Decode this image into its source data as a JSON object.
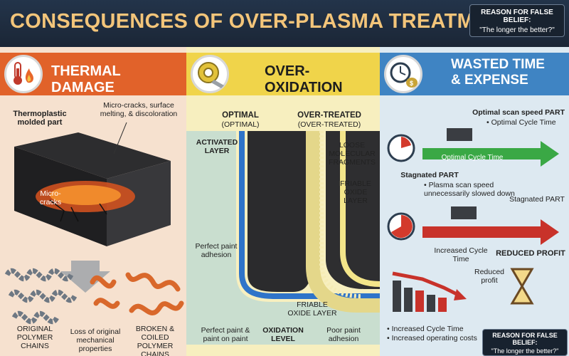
{
  "header": {
    "title": "CONSEQUENCES OF OVER-PLASMA TREATMENT",
    "belief_label": "REASON FOR FALSE BELIEF:",
    "belief_quote": "\"The longer the better?\""
  },
  "thermal": {
    "title": "THERMAL DAMAGE",
    "part_label": "Thermoplastic molded part",
    "cracks_label": "Micro-cracks, surface melting, & discoloration",
    "micro_cracks": "Micro-cracks",
    "original_chains": "ORIGINAL POLYMER CHAINS",
    "loss_label": "Loss of original mechanical properties",
    "broken_chains": "BROKEN & COILED POLYMER CHAINS"
  },
  "oxidation": {
    "title": "OVER-OXIDATION",
    "optimal_bold": "OPTIMAL",
    "optimal_sub": "(OPTIMAL)",
    "over_bold": "OVER-TREATED",
    "over_sub": "(OVER-TREATED)",
    "activated_layer": "ACTIVATED LAYER",
    "loose_fragments": "LOOSE MOLECULAR FRAGMENTS",
    "friable_layer": "FRIABLE OXIDE LAYER",
    "perfect_adhesion": "Perfect paint adhesion",
    "friable_bottom": "FRIABLE OXIDE LAYER",
    "perfect_paint": "Perfect paint & paint on paint",
    "oxidation_level": "OXIDATION LEVEL",
    "poor_adhesion": "Poor paint adhesion"
  },
  "time": {
    "title_line1": "WASTED TIME",
    "title_line2": "& EXPENSE",
    "optimal_part": "Optimal scan speed PART",
    "optimal_bullet": "• Optimal Cycle Time",
    "arrow_label": "Optimal Cycle Time",
    "stagnated_part": "Stagnated PART",
    "stagnated_bullet": "• Plasma scan speed unnecessarily slowed down",
    "stagnated_label": "Stagnated PART",
    "increased_cycle": "Increased Cycle Time",
    "reduced_profit_big": "REDUCED PROFIT",
    "reduced_profit_small": "Reduced profit",
    "bullet_cycle": "• Increased Cycle Time",
    "bullet_costs": "• Increased operating costs",
    "belief_label": "REASON FOR FALSE BELIEF:",
    "belief_quote": "\"The longer the better?\""
  },
  "colors": {
    "thermal_band": "#e1622a",
    "oxidation_band": "#f0d44a",
    "time_band": "#3f84c3",
    "title_gold": "#f3c57a",
    "green_arrow": "#3aa845",
    "red_arrow": "#c8322a"
  }
}
